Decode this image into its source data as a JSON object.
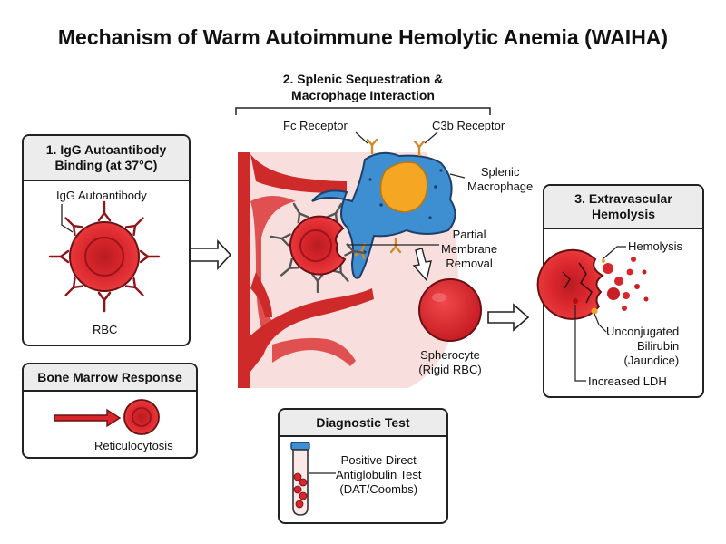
{
  "title": "Mechanism of Warm Autoimmune Hemolytic Anemia (WAIHA)",
  "panel1": {
    "heading_line1": "1. IgG Autoantibody",
    "heading_line2": "Binding (at 37°C)",
    "antibody_label": "IgG Autoantibody",
    "rbc_label": "RBC"
  },
  "panel2": {
    "heading_line1": "2. Splenic Sequestration &",
    "heading_line2": "Macrophage Interaction",
    "fc_label": "Fc Receptor",
    "c3b_label": "C3b Receptor",
    "macrophage_line1": "Splenic",
    "macrophage_line2": "Macrophage",
    "partial_line1": "Partial",
    "partial_line2": "Membrane",
    "partial_line3": "Removal",
    "spherocyte_line1": "Spherocyte",
    "spherocyte_line2": "(Rigid RBC)"
  },
  "panel3": {
    "heading_line1": "3. Extravascular",
    "heading_line2": "Hemolysis",
    "hemolysis_label": "Hemolysis",
    "bilirubin_line1": "Unconjugated",
    "bilirubin_line2": "Bilirubin",
    "bilirubin_line3": "(Jaundice)",
    "ldh_label": "Increased LDH"
  },
  "marrow": {
    "heading": "Bone Marrow Response",
    "label": "Reticulocytosis"
  },
  "diagnostic": {
    "heading": "Diagnostic Test",
    "line1": "Positive Direct",
    "line2": "Antiglobulin Test",
    "line3": "(DAT/Coombs)"
  },
  "colors": {
    "rbc": "#d9262c",
    "rbc_dark": "#8e1519",
    "macrophage": "#3d8fd1",
    "nucleus": "#f5a623",
    "spleen_bg": "#f9dede",
    "vessel": "#cf2a2a",
    "panel_head": "#ececec"
  }
}
